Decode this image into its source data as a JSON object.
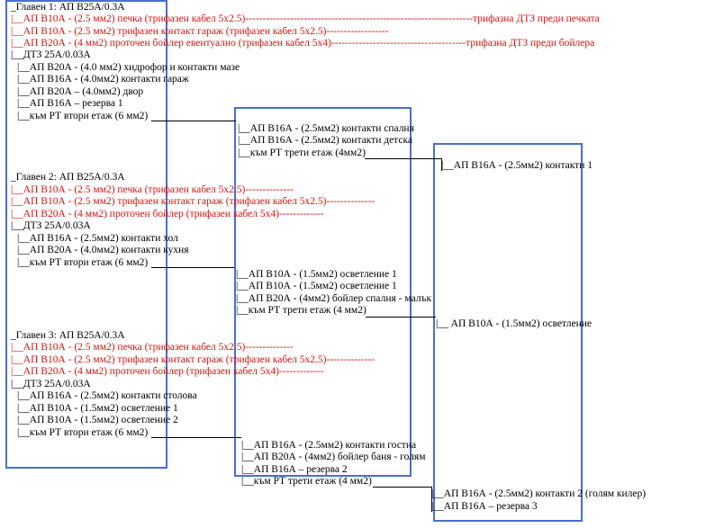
{
  "colors": {
    "box_border": "#4a6fd0",
    "warning_text": "#e01010",
    "text": "#000000"
  },
  "panel1": {
    "lines": [
      "_Главен 1: АП В25А/0.3А",
      "|__АП В10А - (2.5 мм2) печка (трифазен кабел 5х2.5)------------------------------------------------------------------трифазна ДТЗ преди печката",
      "|__АП В10А - (2.5 мм2) трифазен контакт гараж (трифазен кабел 5х2.5)------------------",
      "|__АП В20А - (4 мм2) проточен бойлер евентуално (трифазен кабел 5х4)---------------------------------------трифазна ДТЗ преди бойлера",
      "|__ДТЗ 25А/0.03А",
      "|__АП В20А - (4.0 мм2) хидрофор и контакти мазе",
      "|__АП В16А - (4.0мм2) контакти гараж",
      "|__АП В20А – (4.0мм2) двор",
      "|__АП В16А – резерва 1",
      "|__към РТ втори етаж (6 мм2)"
    ]
  },
  "panel2": {
    "lines": [
      "_Главен 2: АП В25А/0.3А",
      "|__АП В10А - (2.5 мм2) печка (трифазен кабел 5х2.5)--------------",
      "|__АП В10А - (2.5 мм2) трифазен контакт гараж (трифазен кабел 5х2.5)--------------",
      "|__АП В20А - (4 мм2) проточен бойлер (трифазен кабел 5х4)-------------",
      "|__ДТЗ 25А/0.03А",
      "|__АП В16А - (2.5мм2) контакти хол",
      "|__АП В20А - (4.0мм2) контакти кухня",
      "|__към РТ втори етаж (6 мм2)"
    ]
  },
  "panel3": {
    "lines": [
      "_Главен 3: АП В25А/0.3А",
      "|__АП В10А - (2.5 мм2) печка (трифазен кабел 5х2.5)--------------",
      "|__АП В10А - (2.5 мм2) трифазен контакт гараж (трифазен кабел 5х2.5)--------------",
      "|__АП В20А - (4 мм2) проточен бойлер (трифазен кабел 5х4)-------------",
      "|__ДТЗ 25А/0.03А",
      "|__АП В16А - (2.5мм2) контакти столова",
      "|__АП В10А - (1.5мм2) осветление 1",
      "|__АП В10А - (1.5мм2) осветление 2",
      "|__към РТ втори етаж (6 мм2)"
    ]
  },
  "floor2_a": {
    "lines": [
      "|__АП В16А - (2.5мм2) контакти спалня",
      "|__АП В16А - (2.5мм2) контакти детска",
      "|__към РТ трети етаж (4мм2)"
    ]
  },
  "floor2_b": {
    "lines": [
      "|__АП В10А - (1.5мм2) осветление 1",
      "|__АП В10А - (1.5мм2) осветление 1",
      "|__АП В20А - (4мм2) бойлер спалня - малък",
      "|__към РТ трети етаж (4 мм2)"
    ]
  },
  "floor2_c": {
    "lines": [
      "|__АП В16А - (2.5мм2) контакти гостна",
      "|__АП В20А  - (4мм2) бойлер баня - голям",
      "|__АП В16А – резерва 2",
      "|__към РТ трети етаж (4 мм2)"
    ]
  },
  "floor3_a": {
    "lines": [
      "|__АП В16А - (2.5мм2) контакти 1"
    ]
  },
  "floor3_b": {
    "lines": [
      "|__ АП В10А - (1.5мм2) осветление"
    ]
  },
  "floor3_c": {
    "lines": [
      "|__АП В16А - (2.5мм2) контакти 2  (голям килер)",
      "|__АП В16А – резерва 3"
    ]
  }
}
